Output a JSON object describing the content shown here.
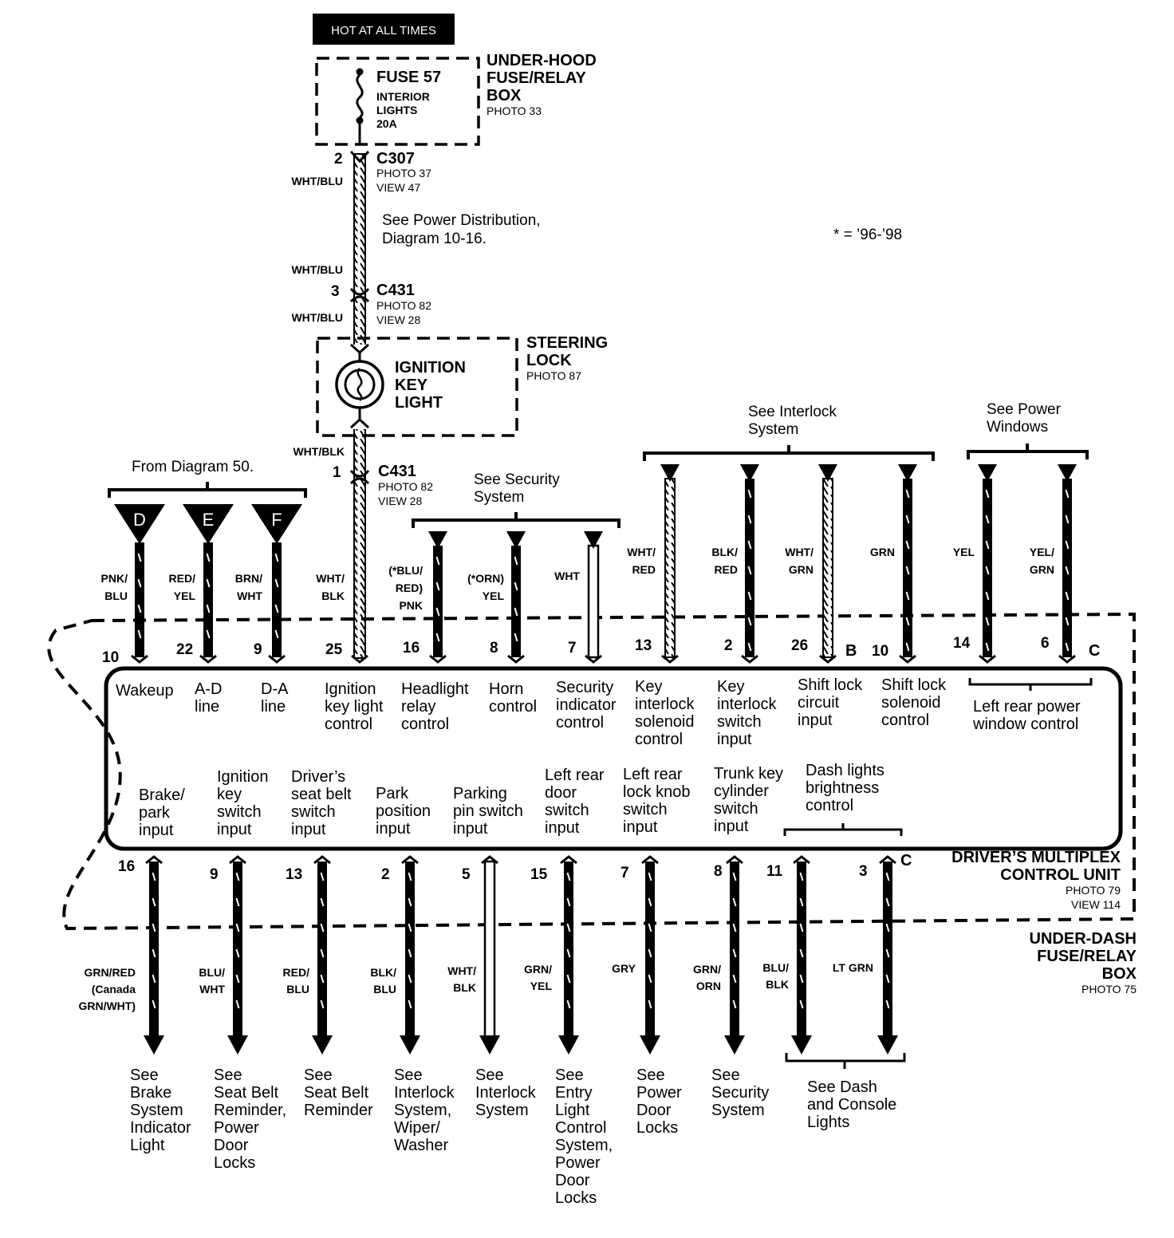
{
  "hot_label": "HOT AT ALL TIMES",
  "under_hood_box": {
    "title_lines": [
      "UNDER-HOOD",
      "FUSE/RELAY",
      "BOX"
    ],
    "photo": "PHOTO 33"
  },
  "fuse": {
    "name": "FUSE 57",
    "desc_lines": [
      "INTERIOR",
      "LIGHTS",
      "20A"
    ]
  },
  "connectors": [
    {
      "name": "C307",
      "pin": "2",
      "photo": "PHOTO 37",
      "view": "VIEW 47"
    },
    {
      "name": "C431",
      "pin": "3",
      "photo": "PHOTO 82",
      "view": "VIEW 28"
    },
    {
      "name": "C431",
      "pin": "1",
      "photo": "PHOTO 82",
      "view": "VIEW 28"
    }
  ],
  "trunk_wires": [
    "WHT/BLU",
    "WHT/BLU",
    "WHT/BLU",
    "WHT/BLK"
  ],
  "power_note_lines": [
    "See Power Distribution,",
    "Diagram  10-16."
  ],
  "year_note": "* =  ’96-’98",
  "steering_lock": {
    "title_lines": [
      "STEERING",
      "LOCK"
    ],
    "photo": "PHOTO 87"
  },
  "ignition_light_lines": [
    "IGNITION",
    "KEY",
    "LIGHT"
  ],
  "from_diagram": "From Diagram 50.",
  "flags": [
    "D",
    "E",
    "F"
  ],
  "group_refs": {
    "security": [
      "See Security",
      "System"
    ],
    "interlock": [
      "See Interlock",
      "System"
    ],
    "power_windows": [
      "See Power",
      "Windows"
    ]
  },
  "top_wires": [
    {
      "pin": "10",
      "color": [
        "PNK/",
        "BLU"
      ],
      "function": [
        "Wakeup"
      ]
    },
    {
      "pin": "22",
      "color": [
        "RED/",
        "YEL"
      ],
      "function": [
        "A-D",
        "line"
      ]
    },
    {
      "pin": "9",
      "color": [
        "BRN/",
        "WHT"
      ],
      "function": [
        "D-A",
        "line"
      ]
    },
    {
      "pin": "25",
      "color": [
        "WHT/",
        "BLK"
      ],
      "function": [
        "Ignition",
        "key light",
        "control"
      ]
    },
    {
      "pin": "16",
      "color": [
        "(*BLU/",
        "RED)",
        "PNK"
      ],
      "function": [
        "Headlight",
        "relay",
        "control"
      ]
    },
    {
      "pin": "8",
      "color": [
        "(*ORN)",
        "YEL"
      ],
      "function": [
        "Horn",
        "control"
      ]
    },
    {
      "pin": "7",
      "color": [
        "WHT"
      ],
      "function": [
        "Security",
        "indicator",
        "control"
      ]
    },
    {
      "pin": "13",
      "color": [
        "WHT/",
        "RED"
      ],
      "function": [
        "Key",
        "interlock",
        "solenoid",
        "control"
      ]
    },
    {
      "pin": "2",
      "color": [
        "BLK/",
        "RED"
      ],
      "function": [
        "Key",
        "interlock",
        "switch",
        "input"
      ]
    },
    {
      "pin": "26",
      "color": [
        "WHT/",
        "GRN"
      ],
      "function": [
        "Shift lock",
        "circuit",
        "input"
      ]
    },
    {
      "pin": "10",
      "color": [
        "GRN"
      ],
      "function": [
        "Shift lock",
        "solenoid",
        "control"
      ]
    },
    {
      "pin": "14",
      "color": [
        "YEL"
      ],
      "function": []
    },
    {
      "pin": "6",
      "color": [
        "YEL/",
        "GRN"
      ],
      "function": []
    }
  ],
  "connector_letters": {
    "b": "B",
    "c_top": "C",
    "c_bottom": "C"
  },
  "window_function": [
    "Left rear power",
    "window control"
  ],
  "bottom_wires": [
    {
      "pin": "16",
      "color": [
        "GRN/RED",
        "(Canada",
        "GRN/WHT)"
      ],
      "function": [
        "Brake/",
        "park",
        "input"
      ],
      "dest": [
        "See",
        "Brake",
        "System",
        "Indicator",
        "Light"
      ]
    },
    {
      "pin": "9",
      "color": [
        "BLU/",
        "WHT"
      ],
      "function": [
        "Ignition",
        "key",
        "switch",
        "input"
      ],
      "dest": [
        "See",
        "Seat Belt",
        "Reminder,",
        "Power",
        "Door",
        "Locks"
      ]
    },
    {
      "pin": "13",
      "color": [
        "RED/",
        "BLU"
      ],
      "function": [
        "Driver’s",
        "seat belt",
        "switch",
        "input"
      ],
      "dest": [
        "See",
        "Seat Belt",
        "Reminder"
      ]
    },
    {
      "pin": "2",
      "color": [
        "BLK/",
        "BLU"
      ],
      "function": [
        "Park",
        "position",
        "input"
      ],
      "dest": [
        "See",
        "Interlock",
        "System,",
        "Wiper/",
        "Washer"
      ]
    },
    {
      "pin": "5",
      "color": [
        "WHT/",
        "BLK"
      ],
      "function": [
        "Parking",
        "pin switch",
        "input"
      ],
      "dest": [
        "See",
        "Interlock",
        "System"
      ]
    },
    {
      "pin": "15",
      "color": [
        "GRN/",
        "YEL"
      ],
      "function": [
        "Left rear",
        "door",
        "switch",
        "input"
      ],
      "dest": [
        "See",
        "Entry",
        "Light",
        "Control",
        "System,",
        "Power",
        "Door",
        "Locks"
      ]
    },
    {
      "pin": "7",
      "color": [
        "GRY"
      ],
      "function": [
        "Left rear",
        "lock knob",
        "switch",
        "input"
      ],
      "dest": [
        "See",
        "Power",
        "Door",
        "Locks"
      ]
    },
    {
      "pin": "8",
      "color": [
        "GRN/",
        "ORN"
      ],
      "function": [
        "Trunk key",
        "cylinder",
        "switch",
        "input"
      ],
      "dest": [
        "See",
        "Security",
        "System"
      ]
    },
    {
      "pin": "11",
      "color": [
        "BLU/",
        "BLK"
      ],
      "function": [],
      "dest": []
    },
    {
      "pin": "3",
      "color": [
        "LT GRN"
      ],
      "function": [],
      "dest": []
    }
  ],
  "dash_function": [
    "Dash lights",
    "brightness",
    "control"
  ],
  "dash_dest": [
    "See Dash",
    "and Console",
    "Lights"
  ],
  "control_unit": {
    "title_lines": [
      "DRIVER’S MULTIPLEX",
      "CONTROL UNIT"
    ],
    "photo": "PHOTO 79",
    "view": "VIEW 114"
  },
  "under_dash_box": {
    "title_lines": [
      "UNDER-DASH",
      "FUSE/RELAY",
      "BOX"
    ],
    "photo": "PHOTO 75"
  }
}
